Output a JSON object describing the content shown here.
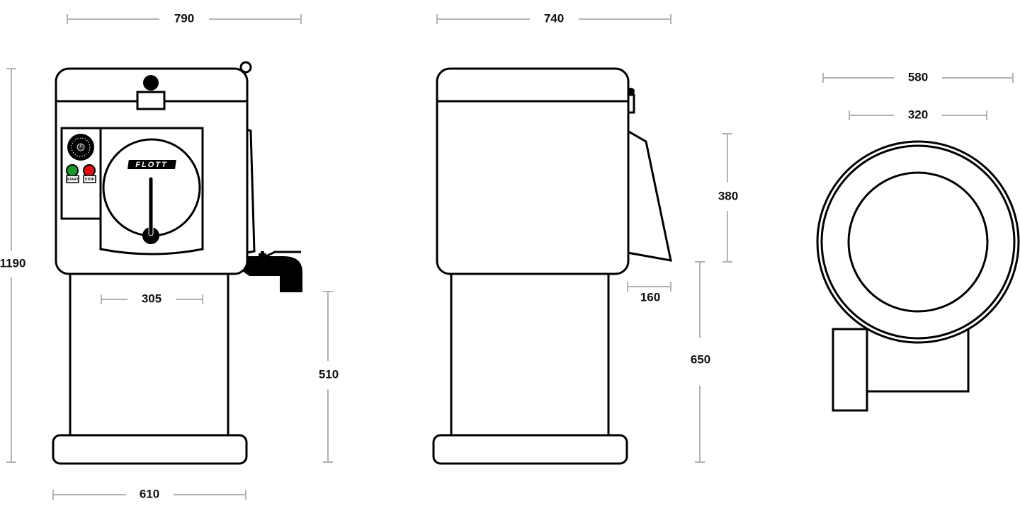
{
  "brand": "FLOTT",
  "controls": {
    "start_label": "START",
    "stop_label": "STOP",
    "start_color": "#1a9a2e",
    "stop_color": "#e01010"
  },
  "front_view": {
    "dims": {
      "width_top": "790",
      "height_total": "1190",
      "pedestal_width": "305",
      "pedestal_height": "510",
      "base_width": "610"
    }
  },
  "side_view": {
    "dims": {
      "width_top": "740",
      "chute_height": "380",
      "chute_depth": "160",
      "base_height": "650"
    }
  },
  "top_view": {
    "dims": {
      "outer_diameter": "580",
      "inner_diameter": "320"
    }
  }
}
